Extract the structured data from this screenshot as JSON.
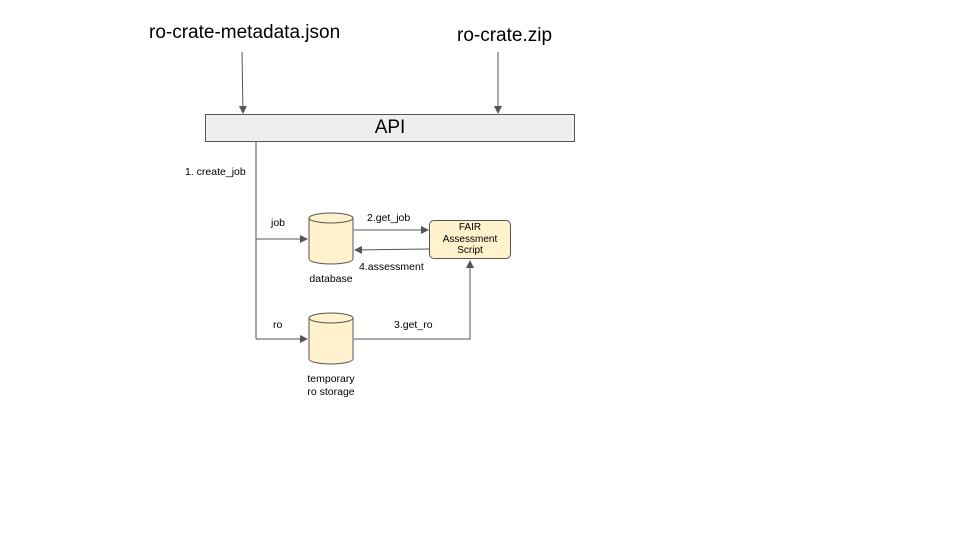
{
  "inputs": {
    "metadata_file": "ro-crate-metadata.json",
    "zip_file": "ro-crate.zip"
  },
  "api": {
    "label": "API"
  },
  "nodes": {
    "database": {
      "label": "database",
      "color": "#fff2cc"
    },
    "storage": {
      "label": "temporary\nro storage",
      "color": "#fff2cc"
    },
    "script": {
      "label": "FAIR\nAssessment\nScript",
      "color": "#fff2cc"
    }
  },
  "edges": {
    "create_job": "1. create_job",
    "job": "job",
    "ro": "ro",
    "get_job": "2.get_job",
    "assessment": "4.assessment",
    "get_ro": "3.get_ro"
  },
  "colors": {
    "line": "#555555",
    "api_fill": "#eeeeee"
  }
}
